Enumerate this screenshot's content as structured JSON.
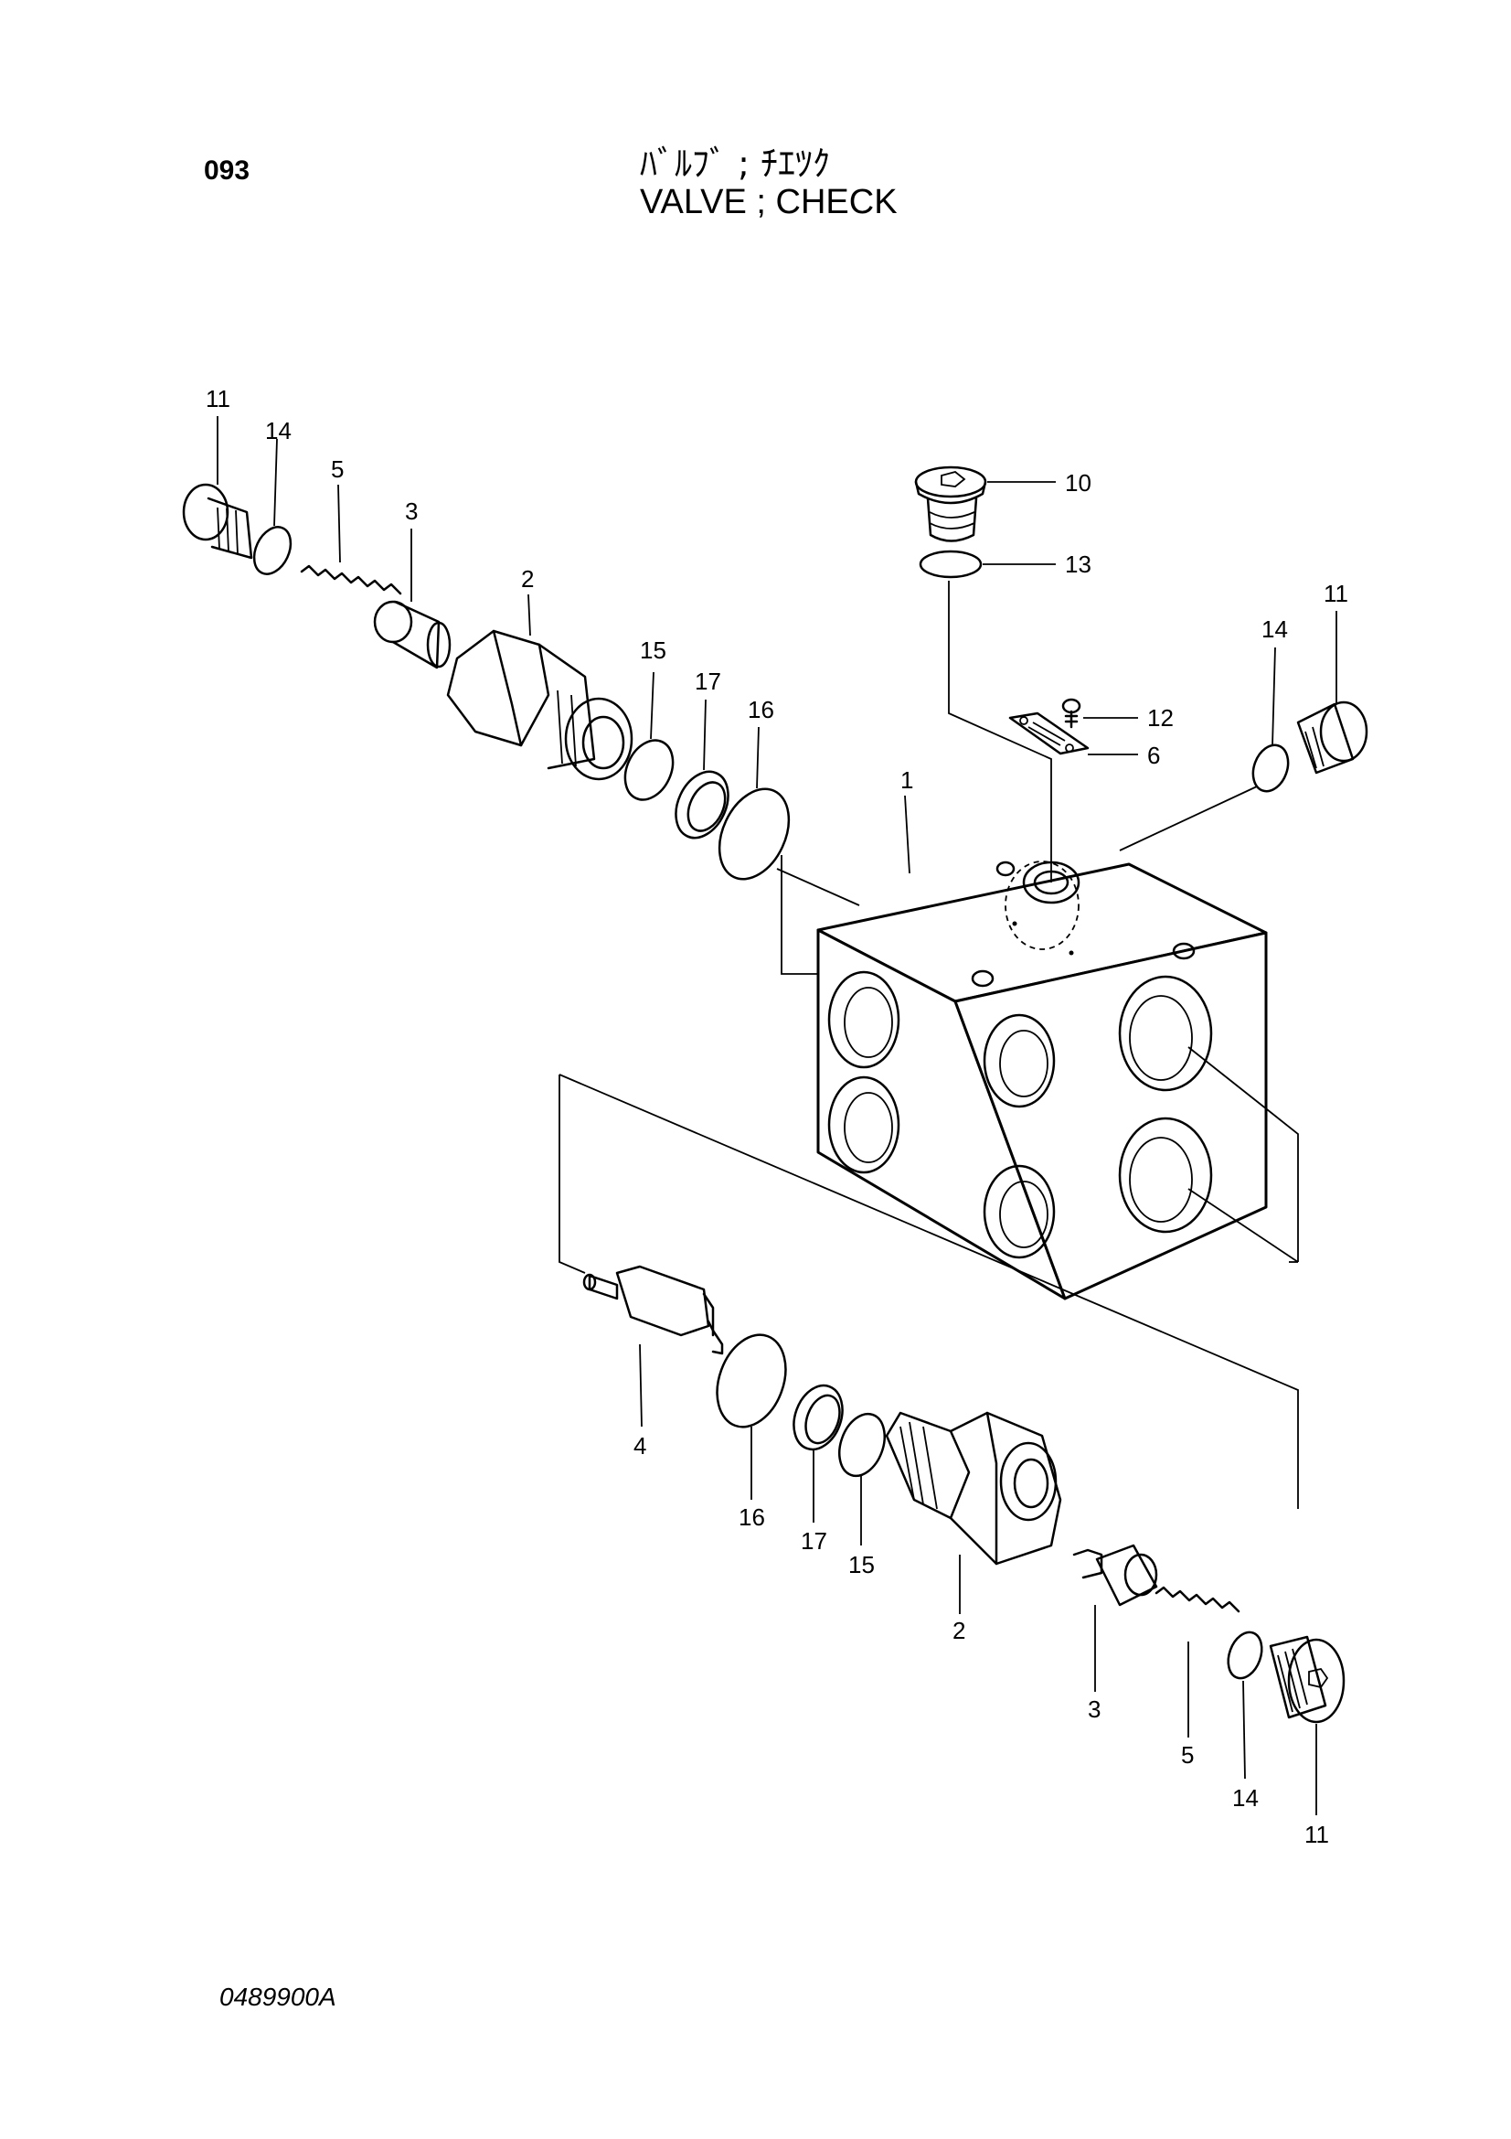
{
  "header": {
    "page_code": "093",
    "title_jp": "ﾊﾞﾙﾌﾞ ; ﾁｴﾂｸ",
    "title_en": "VALVE ; CHECK"
  },
  "footer": {
    "doc_code": "0489900A"
  },
  "callouts": {
    "top": [
      "11",
      "14",
      "5",
      "3",
      "2",
      "15",
      "17",
      "16",
      "1",
      "10",
      "13",
      "12",
      "6",
      "14",
      "11"
    ],
    "bottom": [
      "4",
      "16",
      "17",
      "15",
      "2",
      "3",
      "5",
      "14",
      "11"
    ]
  }
}
